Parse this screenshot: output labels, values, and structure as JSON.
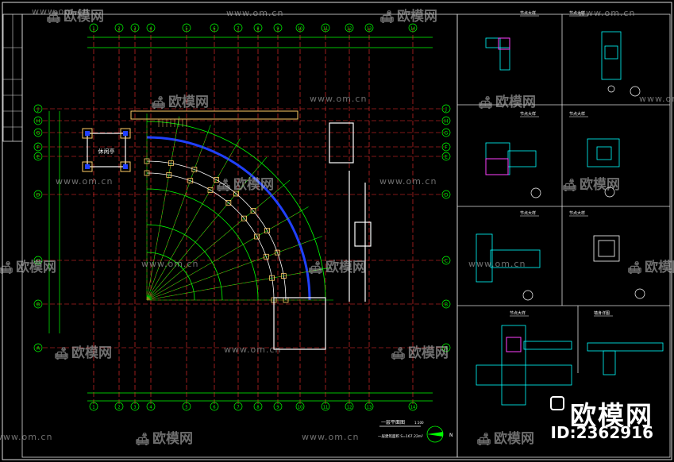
{
  "drawing": {
    "main_title": "一层平面图",
    "main_scale": "1:100",
    "area_note": "一层建筑面积  S=167.22m²",
    "room_label": "休闲亭",
    "north_label": "N",
    "row_axes": [
      "J",
      "H",
      "G",
      "F",
      "E",
      "D",
      "C",
      "B",
      "A"
    ],
    "col_axes": [
      "1",
      "2",
      "3",
      "4",
      "5",
      "6",
      "7",
      "8",
      "9",
      "10",
      "11",
      "12",
      "13",
      "14"
    ],
    "detail_titles": [
      "节点大样",
      "节点大样",
      "节点大样",
      "节点大样",
      "节点大样",
      "节点大样",
      "节点大样",
      "墙身详图"
    ]
  },
  "watermark": {
    "site": "www.om.cn",
    "brand": "欧模网",
    "corner_brand": "欧模网",
    "corner_id": "ID:2362916"
  },
  "colors": {
    "background": "#000000",
    "axis_red": "#ff3030",
    "grid_green": "#00ff00",
    "wall_white": "#ffffff",
    "column_blue": "#2040ff",
    "text_yellow": "#ffff00",
    "hatch_magenta": "#ff40ff",
    "cyan": "#00ffff"
  }
}
